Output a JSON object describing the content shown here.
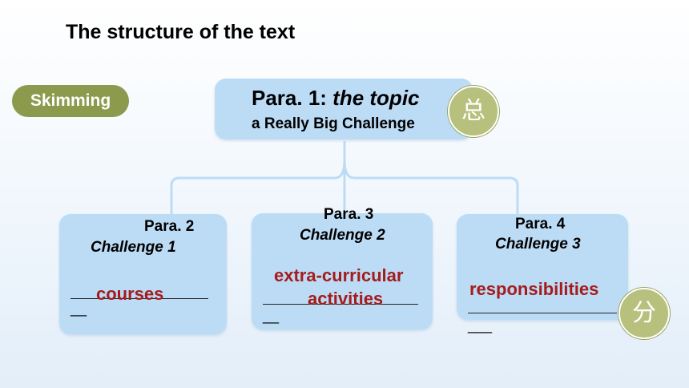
{
  "title": "The structure of the text",
  "skim_label": "Skimming",
  "top": {
    "prefix": "Para. 1: ",
    "topic": "the topic",
    "sub": "a Really Big Challenge",
    "badge": "总"
  },
  "cards": [
    {
      "para": "Para. 2",
      "challenge": "Challenge 1",
      "answer": "courses",
      "blank_tail": "__"
    },
    {
      "para": "Para. 3",
      "challenge": "Challenge 2",
      "answer_l1": "extra-curricular",
      "answer_l2": "activities",
      "blank_tail": "__"
    },
    {
      "para": "Para. 4",
      "challenge": "Challenge 3",
      "answer": "responsibilities",
      "blank_tail": "___"
    }
  ],
  "bottom_badge": "分",
  "colors": {
    "accent_green": "#8b9a4c",
    "box_blue": "#bcdcf6",
    "answer_red": "#a51c1c",
    "connector": "#bcdcf6"
  }
}
